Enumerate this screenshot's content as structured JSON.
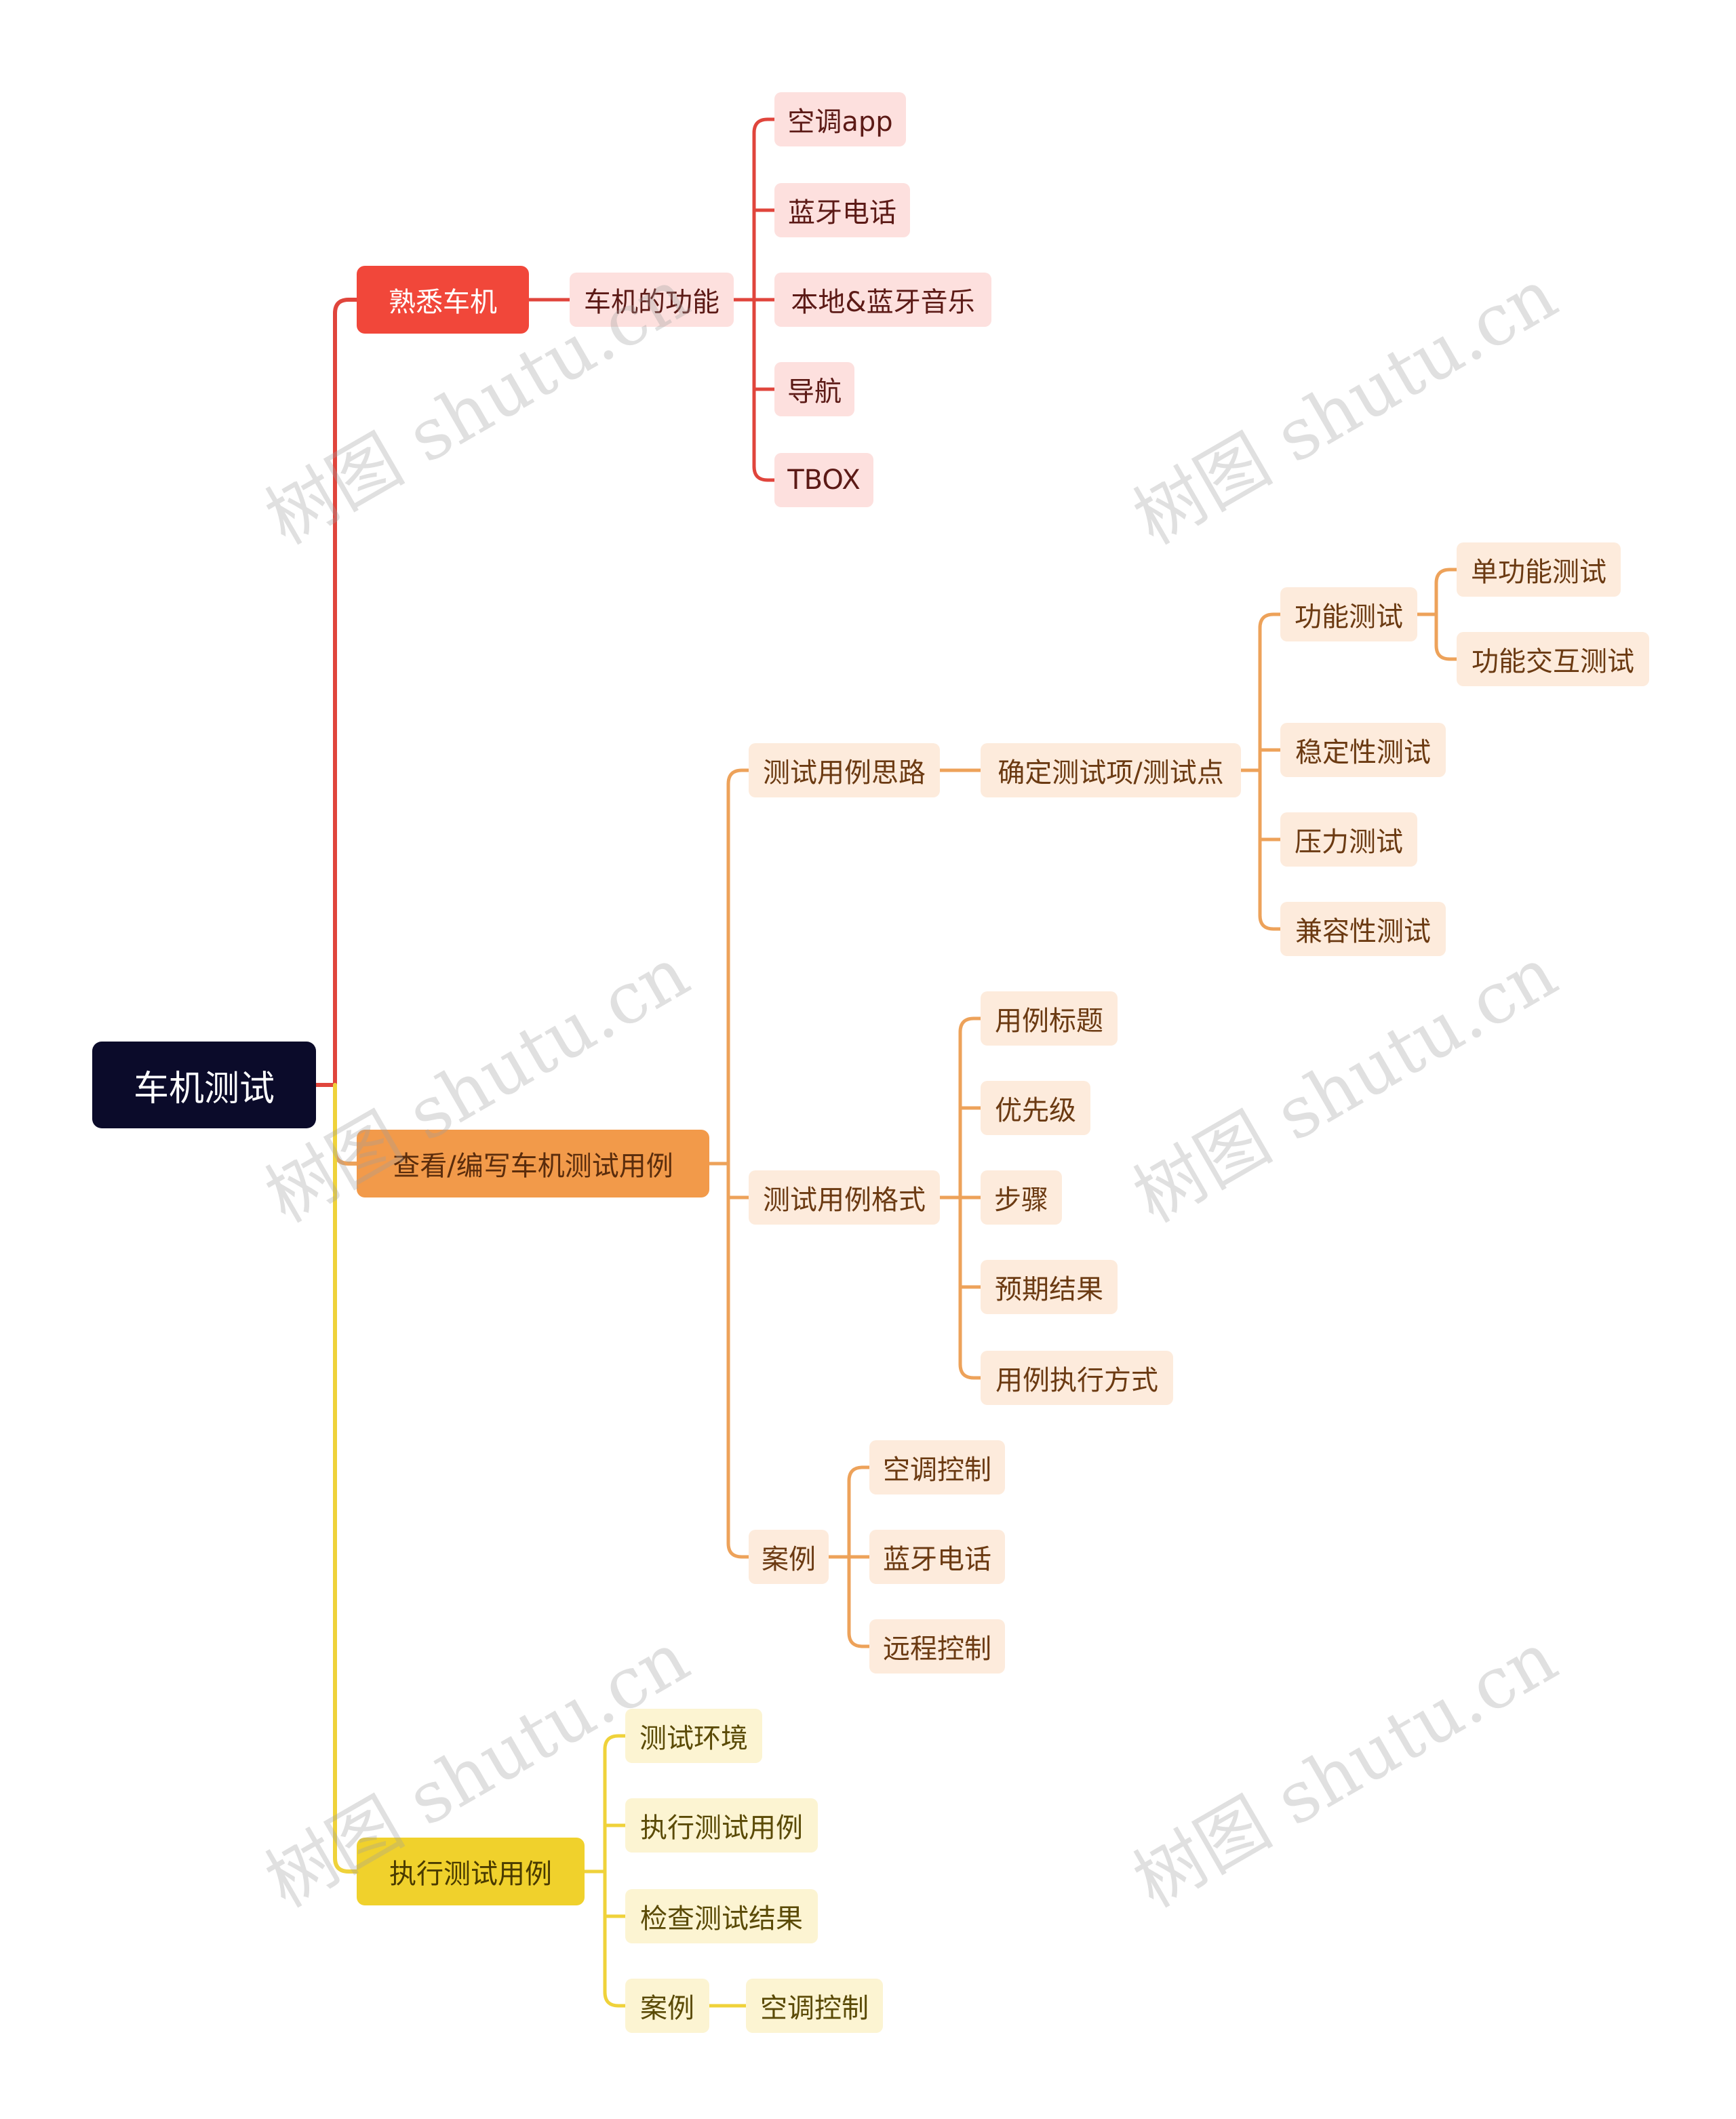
{
  "root": {
    "label": "车机测试"
  },
  "branches": {
    "familiar": {
      "label": "熟悉车机",
      "function": {
        "label": "车机的功能",
        "items": [
          "空调app",
          "蓝牙电话",
          "本地&蓝牙音乐",
          "导航",
          "TBOX"
        ]
      }
    },
    "cases": {
      "label": "查看/编写车机测试用例",
      "thinking": {
        "label": "测试用例思路",
        "determine": {
          "label": "确定测试项/测试点",
          "functional": {
            "label": "功能测试",
            "items": [
              "单功能测试",
              "功能交互测试"
            ]
          },
          "others": [
            "稳定性测试",
            "压力测试",
            "兼容性测试"
          ]
        }
      },
      "format": {
        "label": "测试用例格式",
        "items": [
          "用例标题",
          "优先级",
          "步骤",
          "预期结果",
          "用例执行方式"
        ]
      },
      "examples": {
        "label": "案例",
        "items": [
          "空调控制",
          "蓝牙电话",
          "远程控制"
        ]
      }
    },
    "execute": {
      "label": "执行测试用例",
      "items": [
        "测试环境",
        "执行测试用例",
        "检查测试结果"
      ],
      "example": {
        "label": "案例",
        "child": "空调控制"
      }
    }
  },
  "watermark": "树图 shutu.cn",
  "colors": {
    "root": "#0b0b2a",
    "red": "#f1473a",
    "orange": "#f29a4a",
    "yellow": "#f0d12c",
    "red_line": "#e0453c",
    "orange_line": "#eda25a",
    "yellow_line": "#efd23a"
  }
}
